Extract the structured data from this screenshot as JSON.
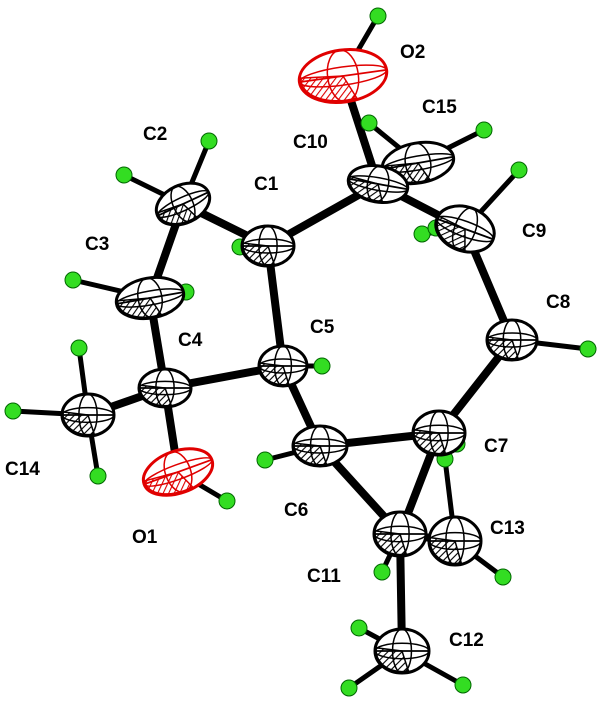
{
  "colors": {
    "carbon": "#000000",
    "oxygen": "#e00000",
    "hydrogen": "#33dd22",
    "hydrogen_edge": "#006600",
    "bond": "#000000",
    "background": "#ffffff"
  },
  "labels": {
    "O2": "O2",
    "C15": "C15",
    "C2": "C2",
    "C10": "C10",
    "C1": "C1",
    "C9": "C9",
    "C3": "C3",
    "C8": "C8",
    "C4": "C4",
    "C5": "C5",
    "C7": "C7",
    "C14": "C14",
    "C6": "C6",
    "C13": "C13",
    "O1": "O1",
    "C11": "C11",
    "C12": "C12"
  }
}
